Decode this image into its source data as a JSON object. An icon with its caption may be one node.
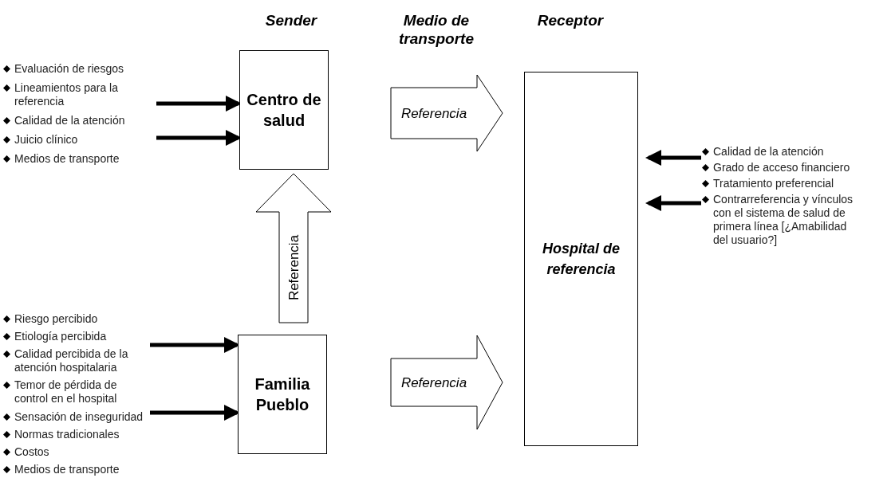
{
  "diagram": {
    "nodes": [
      {
        "text": [
          "Centro de salud"
        ]
      },
      {
        "text": [
          "Familia Pueblo"
        ]
      },
      {
        "text": [
          "Hospital de referencia"
        ]
      },
      {
        "text": [
          "Evaluación de riesgos",
          "Lineamientos para la referencia",
          "Calidad de la atención",
          "Juicio clínico",
          "Medios de transporte"
        ]
      },
      {
        "text": [
          "Riesgo percibido",
          "Etiología percibida",
          "Calidad percibida de la atención hospitalaria",
          "Temor de pérdida de control en el hospital",
          "Sensación de inseguridad",
          "Normas tradicionales",
          "Costos",
          "Medios de transporte"
        ]
      },
      {
        "text": [
          "Calidad de la atención",
          "Grado de acceso financiero",
          "Tratamiento preferencial",
          "Contrarreferencia y vínculos con el sistema de salud de primera línea [¿Amabilidad del usuario?]"
        ]
      }
    ],
    "edges": [
      {
        "from": 0,
        "to": 2,
        "arrow": "to",
        "label": "Referencia",
        "style": "thick"
      },
      {
        "from": 1,
        "to": 0,
        "arrow": "to",
        "label": "Referencia",
        "style": "thick"
      },
      {
        "from": 1,
        "to": 2,
        "arrow": "to",
        "label": "Referencia",
        "style": "thick"
      },
      {
        "from": 3,
        "to": 0,
        "arrow": "to"
      },
      {
        "from": 3,
        "to": 0,
        "arrow": "to"
      },
      {
        "from": 4,
        "to": 1,
        "arrow": "to"
      },
      {
        "from": 4,
        "to": 1,
        "arrow": "to"
      },
      {
        "from": 5,
        "to": 2,
        "arrow": "to"
      },
      {
        "from": 5,
        "to": 2,
        "arrow": "to"
      }
    ],
    "labels": [
      "Sender",
      "Medio de transporte",
      "Receptor"
    ]
  }
}
